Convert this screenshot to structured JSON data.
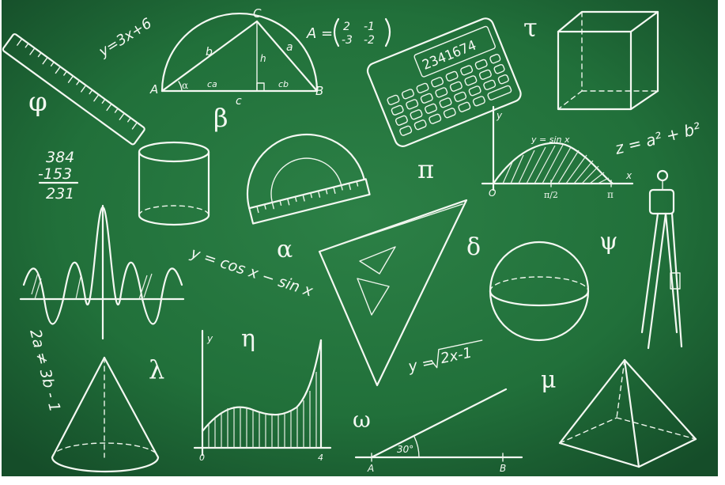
{
  "colors": {
    "board_top": "#1f6a38",
    "board_center": "#2a7d44",
    "board_edge": "#164f2a",
    "chalk": "#f4f8f2",
    "frame": "#ffffff"
  },
  "greek_letters": {
    "phi": "φ",
    "beta": "β",
    "pi": "π",
    "tau": "τ",
    "alpha": "α",
    "delta": "δ",
    "psi": "ψ",
    "eta": "η",
    "lambda": "λ",
    "mu": "μ",
    "omega": "ω"
  },
  "formulas": {
    "line_eq": "y=3x+6",
    "matrix_lhs": "A =",
    "matrix": [
      "2",
      "-1",
      "-3",
      "-2"
    ],
    "z_eq": "z = a² + b²",
    "cos_eq": "y = cos x − sin x",
    "sqrt_eq_lhs": "y =",
    "sqrt_eq_radicand": "2x-1",
    "side_eq": "2a ≠ 3b - 1",
    "sine_label": "y = sin x"
  },
  "subtraction": {
    "top": "384",
    "bottom": "-153",
    "result": "231"
  },
  "calculator": {
    "display": "2341674"
  },
  "triangle_labels": {
    "A": "A",
    "B": "B",
    "C": "C",
    "a": "a",
    "b": "b",
    "c": "c",
    "h": "h",
    "ca": "ca",
    "cb": "cb",
    "angle_a": "α"
  },
  "sine_plot": {
    "y_axis": "y",
    "x_axis": "x",
    "origin": "O",
    "half_pi": "π/2",
    "pi": "π"
  },
  "curve_plot": {
    "y_axis": "y",
    "zero": "0",
    "four": "4"
  },
  "angle_figure": {
    "angle": "30°",
    "point_a": "A",
    "point_b": "B"
  }
}
